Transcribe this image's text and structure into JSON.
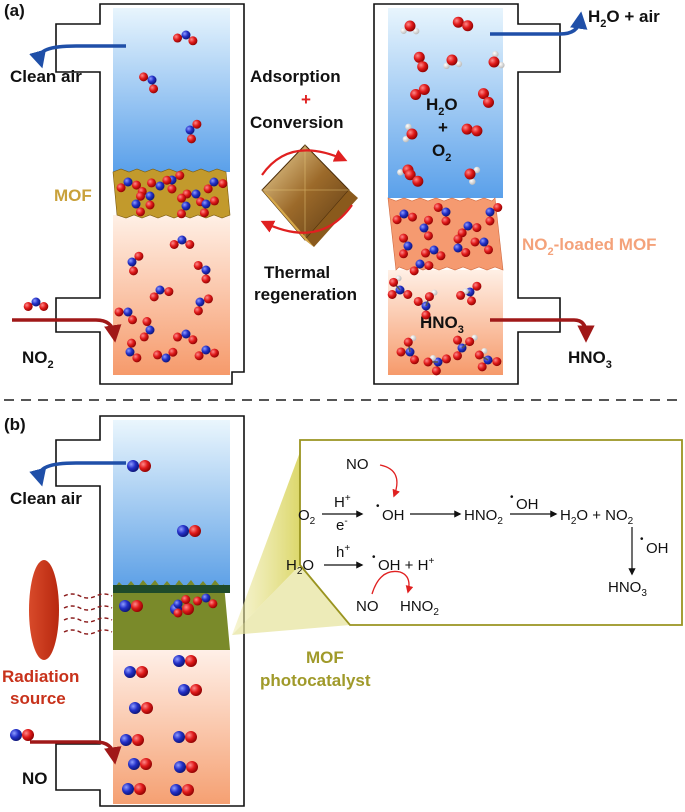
{
  "panel_a": {
    "tag": "(a)",
    "clean_air": "Clean air",
    "mof_label": "MOF",
    "no2_in": "NO",
    "no2_in_sub": "2",
    "adsorption": "Adsorption",
    "plus": "+",
    "conversion": "Conversion",
    "thermal": "Thermal",
    "regeneration": "regeneration",
    "h2o_air_h": "H",
    "h2o_air_sub": "2",
    "h2o_air_rest": "O + air",
    "h2o_h": "H",
    "h2o_sub": "2",
    "h2o_o": "O",
    "plus2": "+",
    "o2_o": "O",
    "o2_sub": "2",
    "no2_loaded_pre": "NO",
    "no2_loaded_sub": "2",
    "no2_loaded_post": "-loaded MOF",
    "hno3_inner": "HNO",
    "hno3_inner_sub": "3",
    "hno3_out": "HNO",
    "hno3_out_sub": "3"
  },
  "panel_b": {
    "tag": "(b)",
    "clean_air": "Clean air",
    "radiation1": "Radiation",
    "radiation2": "source",
    "no_in": "NO",
    "mof_photo1": "MOF",
    "mof_photo2": "photocatalyst",
    "reactions": {
      "no_top": "NO",
      "o2": "O",
      "o2_sub": "2",
      "h_plus_arrow": "H",
      "h_plus_sup": "+",
      "e_minus": "e",
      "e_minus_sup": "-",
      "oh1": "OH",
      "hno2_1": "HNO",
      "hno2_1_sub": "2",
      "oh_over": "OH",
      "h2o_no2": "H",
      "h2o_no2_sub": "2",
      "h2o_no2_rest": "O + NO",
      "h2o_no2_sub2": "2",
      "h2o": "H",
      "h2o_sub": "2",
      "h2o_o": "O",
      "h_hole": "h",
      "h_hole_sup": "+",
      "oh_hplus": "OH + H",
      "oh_hplus_sup": "+",
      "no_bottom": "NO",
      "hno2_2": "HNO",
      "hno2_2_sub": "2",
      "oh_down": "OH",
      "hno3": "HNO",
      "hno3_sub": "3",
      "dot": "•"
    }
  },
  "colors": {
    "blue_arrow": "#1f4fa8",
    "red_arrow": "#a01818",
    "mof_gold": "#c29a2c",
    "mof_text": "#c9a13b",
    "no2_loaded_text": "#f4a27a",
    "photo_text": "#a09a2a",
    "radiation_red": "#c8321b",
    "plus_red": "#e02020"
  }
}
